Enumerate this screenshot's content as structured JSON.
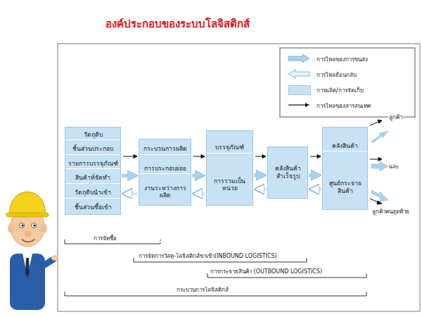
{
  "diagram": {
    "title": "องค์ประกอบของระบบโลจิสติกส์",
    "nodes": [
      {
        "text": [
          "วัตถุดิบ",
          "ชิ้นส่วนประกอบ",
          "รายการบรรจุภัณฑ์",
          "สินค้าที่จัดทำ",
          "วัตถุดิบนำเข้า",
          "ชิ้นส่วนซื้อเข้า"
        ]
      },
      {
        "text": [
          "กระบวนการผลิต",
          "การประกอบย่อย",
          "งานระหว่างการผลิต"
        ]
      },
      {
        "text": [
          "บรรจุภัณฑ์",
          "การรวมเป็นหน่วย"
        ]
      },
      {
        "text": [
          "คลังสินค้าสำเร็จรูป"
        ]
      },
      {
        "text": [
          "คลังสินค้า",
          "ศูนย์กระจายสินค้า"
        ]
      }
    ],
    "edges": [
      {
        "from": 0,
        "to": 1,
        "arrow": "to"
      },
      {
        "from": 1,
        "to": 2,
        "arrow": "to"
      },
      {
        "from": 2,
        "to": 3,
        "arrow": "to"
      },
      {
        "from": 3,
        "to": 4,
        "arrow": "to"
      },
      {
        "from": 1,
        "to": 0,
        "arrow": "to"
      },
      {
        "from": 2,
        "to": 1,
        "arrow": "to"
      },
      {
        "from": 3,
        "to": 2,
        "arrow": "to"
      },
      {
        "from": 4,
        "to": 3,
        "arrow": "to"
      }
    ],
    "labels": [
      "ลูกค้า",
      "และ",
      "ลูกค้าคนสุดท้าย",
      "การจัดซื้อ",
      "การจัดการวัสดุ-โลจิสติกส์ขาเข้า(INBOUND LOGISTICS)",
      "การกระจายสินค้า (OUTBOUND LOGISTICS)",
      "กระบวนการโลจิสติกส์"
    ],
    "legend": [
      {
        "text": "การไหลของการขนส่ง"
      },
      {
        "text": "การไหลย้อนกลับ"
      },
      {
        "text": "การผลิต/การจัดเก็บ",
        "color": "#c7e1f5"
      },
      {
        "text": "การไหลของสารสนเทศ"
      }
    ]
  }
}
